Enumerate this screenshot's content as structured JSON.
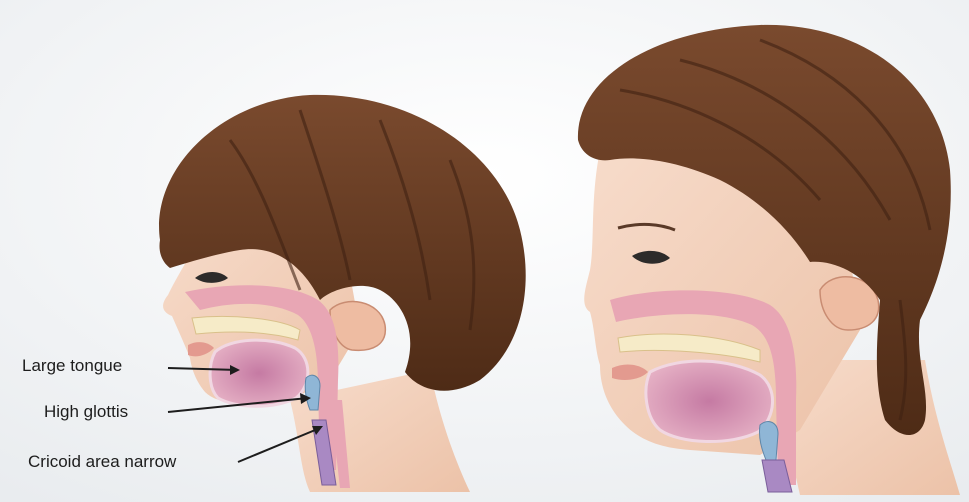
{
  "annotations": {
    "large_tongue": "Large tongue",
    "high_glottis": "High glottis",
    "cricoid_area": "Cricoid area narrow"
  },
  "colors": {
    "hair": "#6b3d24",
    "hair_dark": "#43240f",
    "skin": "#f3d2bd",
    "airway_pink": "#e8a6b4",
    "tongue": "#d98fae",
    "palate": "#f6ebc8",
    "background": "#f4f5f6"
  }
}
